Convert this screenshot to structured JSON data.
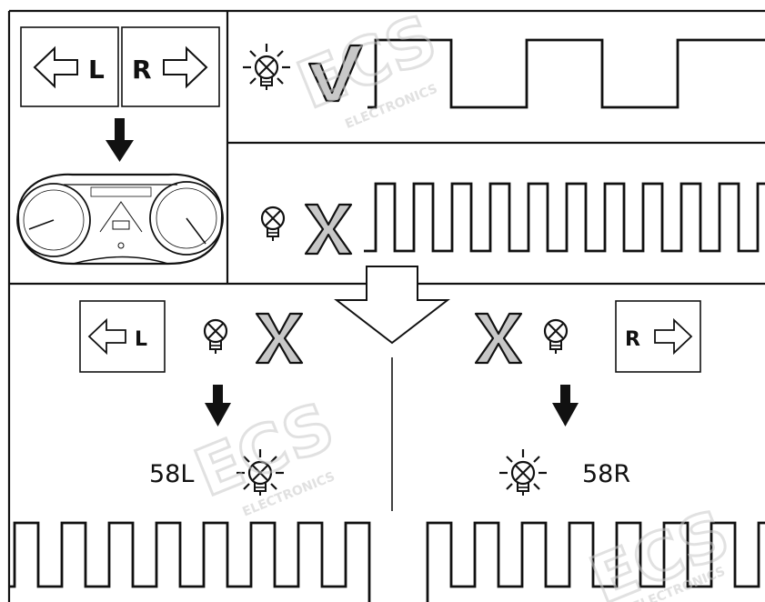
{
  "legend": {
    "left_letter": "L",
    "right_letter": "R"
  },
  "rows": {
    "flash_normal": {
      "status": "ok"
    },
    "flash_fast": {
      "status": "fault"
    }
  },
  "branches": {
    "left": {
      "letter": "L",
      "status": "fault",
      "label": "58L"
    },
    "right": {
      "letter": "R",
      "status": "fault",
      "label": "58R"
    }
  },
  "watermark": {
    "brand": "ECS",
    "sub": "ELECTRONICS"
  },
  "colors": {
    "line": "#111111",
    "mark_fill": "#c8c8c8",
    "watermark": "#d0d0d0"
  }
}
